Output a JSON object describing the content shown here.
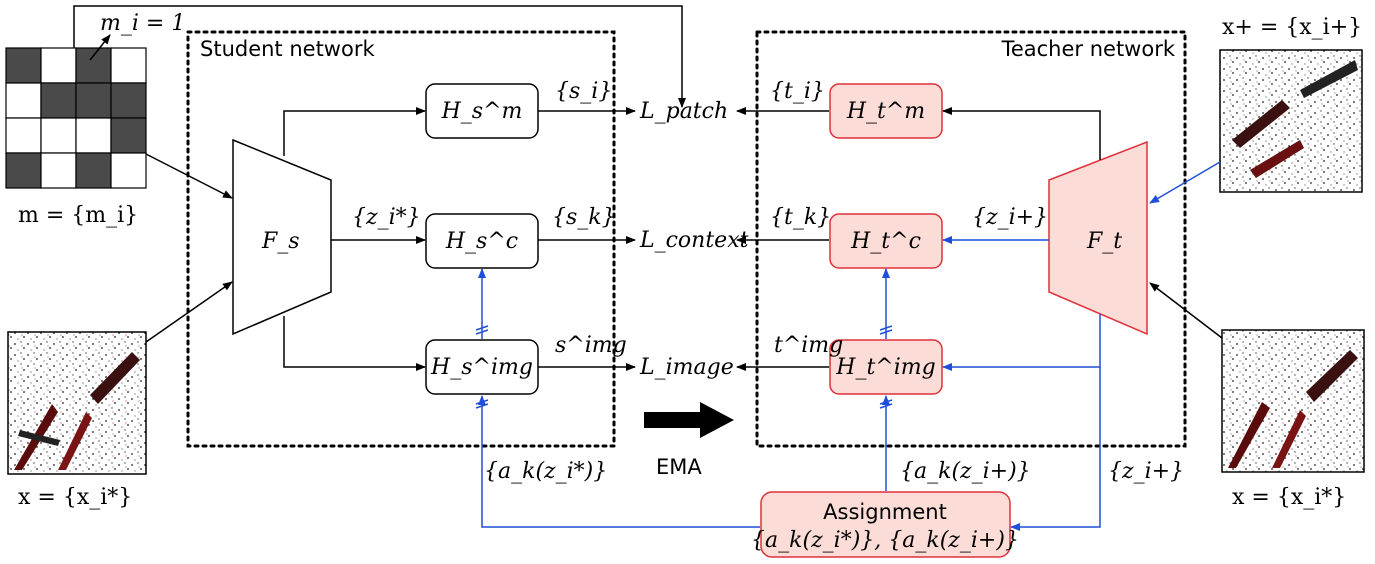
{
  "colors": {
    "accent_blue": "#1f4fd8",
    "teacher_fill": "#fbdcd6",
    "teacher_stroke": "#e0303a",
    "mask_dark": "#4a4a4a",
    "ema_arrow": "#000000"
  },
  "mask": {
    "grid": [
      [
        1,
        0,
        1,
        0
      ],
      [
        0,
        1,
        1,
        1
      ],
      [
        0,
        0,
        0,
        1
      ],
      [
        1,
        0,
        1,
        0
      ]
    ],
    "annotation": "m_i = 1",
    "caption": "m = {m_i}"
  },
  "inputs": {
    "student_image_caption": "x = {x_i*}",
    "teacher_top_caption": "x+ = {x_i+}",
    "teacher_bottom_caption": "x = {x_i*}"
  },
  "student": {
    "title": "Student network",
    "encoder": "F_s",
    "heads": {
      "patch": "H_s^m",
      "context": "H_s^c",
      "image": "H_s^img"
    },
    "edge_labels": {
      "z_star": "{z_i*}",
      "s_i": "{s_i}",
      "s_k": "{s_k}",
      "s_img": "s^img"
    }
  },
  "teacher": {
    "title": "Teacher network",
    "encoder": "F_t",
    "heads": {
      "patch": "H_t^m",
      "context": "H_t^c",
      "image": "H_t^img"
    },
    "edge_labels": {
      "t_i": "{t_i}",
      "t_k": "{t_k}",
      "t_img": "t^img",
      "z_plus": "{z_i+}"
    }
  },
  "losses": {
    "patch": "L_patch",
    "context": "L_context",
    "image": "L_image"
  },
  "ema": {
    "label": "EMA"
  },
  "assignment": {
    "title": "Assignment",
    "formula": "{a_k(z_i*)}, {a_k(z_i+)}",
    "student_label": "{a_k(z_i*)}",
    "teacher_label": "{a_k(z_i+)}",
    "z_plus_label": "{z_i+}"
  }
}
